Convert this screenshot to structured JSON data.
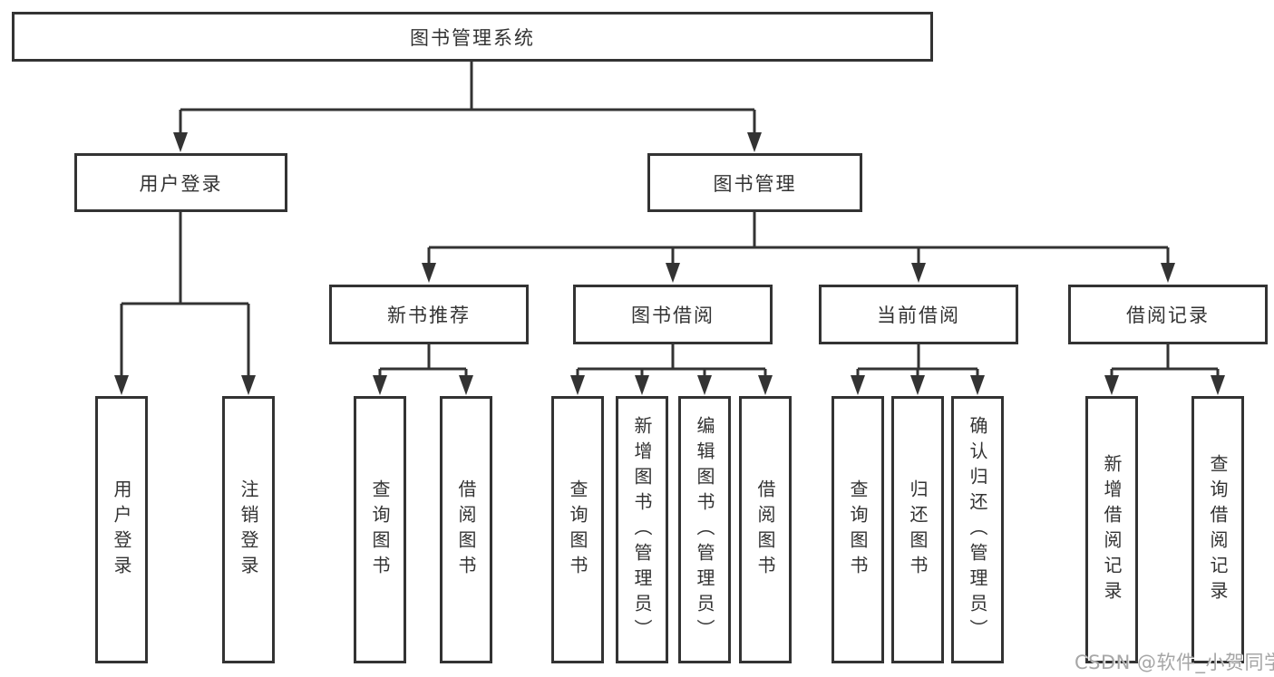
{
  "tree": {
    "root": {
      "label": "图书管理系统"
    },
    "branches": [
      {
        "label": "用户登录",
        "children": [
          {
            "label": "用户登录"
          },
          {
            "label": "注销登录"
          }
        ]
      },
      {
        "label": "图书管理",
        "children": [
          {
            "label": "新书推荐",
            "children": [
              {
                "label": "查询图书"
              },
              {
                "label": "借阅图书"
              }
            ]
          },
          {
            "label": "图书借阅",
            "children": [
              {
                "label": "查询图书"
              },
              {
                "label": "新增图书（管理员）"
              },
              {
                "label": "编辑图书（管理员）"
              },
              {
                "label": "借阅图书"
              }
            ]
          },
          {
            "label": "当前借阅",
            "children": [
              {
                "label": "查询图书"
              },
              {
                "label": "归还图书"
              },
              {
                "label": "确认归还（管理员）"
              }
            ]
          },
          {
            "label": "借阅记录",
            "children": [
              {
                "label": "新增借阅记录"
              },
              {
                "label": "查询借阅记录"
              }
            ]
          }
        ]
      }
    ]
  },
  "watermark": "CSDN @软件_小贺同学",
  "colors": {
    "line": "#333333",
    "text": "#333333",
    "background": "#ffffff",
    "watermark": "#a6a6a6"
  }
}
